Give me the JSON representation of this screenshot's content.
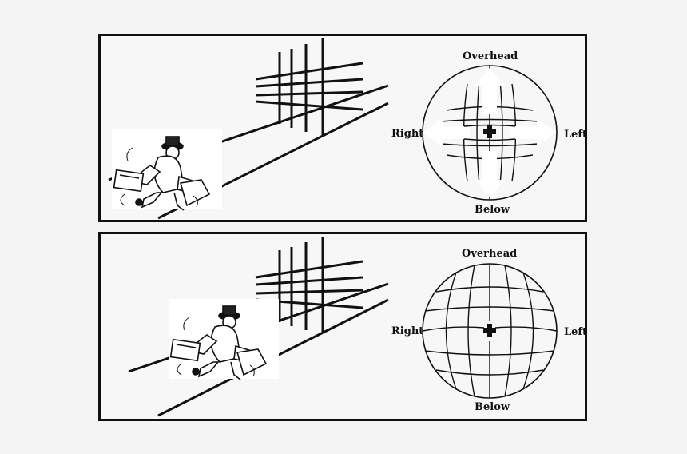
{
  "panels": [
    {
      "id": "top",
      "labels": {
        "overhead": "Overhead",
        "right": "Right",
        "left": "Left",
        "below": "Below"
      },
      "sphere_state": "flattened with directional arrows"
    },
    {
      "id": "bottom",
      "labels": {
        "overhead": "Overhead",
        "right": "Right",
        "left": "Left",
        "below": "Below"
      },
      "sphere_state": "round"
    }
  ],
  "colors": {
    "ink": "#111111",
    "background": "#f4f4f4",
    "arrow": "#ffffff"
  },
  "icons": [
    "walking-man-figure",
    "fixation-cross-icon",
    "direction-arrow-icon"
  ]
}
